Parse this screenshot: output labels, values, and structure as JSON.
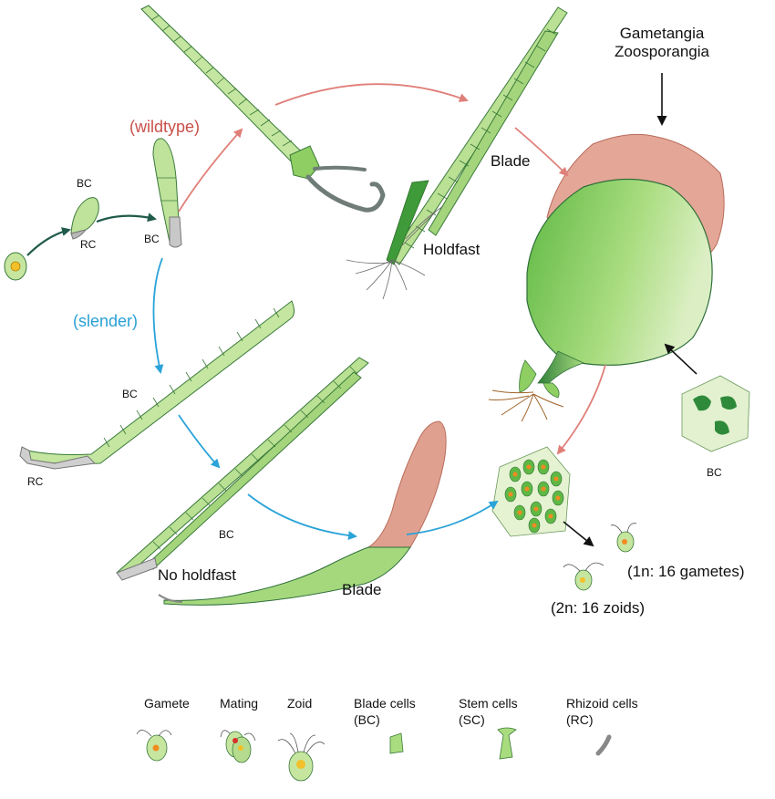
{
  "labels": {
    "gametangia": "Gametangia",
    "zoosporangia": "Zoosporangia",
    "wildtype": "(wildtype)",
    "slender": "(slender)",
    "blade_top": "Blade",
    "holdfast": "Holdfast",
    "no_holdfast": "No holdfast",
    "blade_bottom": "Blade",
    "bc_1": "BC",
    "rc_1": "RC",
    "bc_2": "BC",
    "bc_3": "BC",
    "rc_2": "RC",
    "bc_4": "BC",
    "bc_right": "BC",
    "gametes": "(1n: 16 gametes)",
    "zoids": "(2n: 16 zoids)"
  },
  "legend": [
    {
      "line1": "Gamete",
      "line2": ""
    },
    {
      "line1": "Mating",
      "line2": ""
    },
    {
      "line1": "Zoid",
      "line2": ""
    },
    {
      "line1": "Blade cells",
      "line2": "(BC)"
    },
    {
      "line1": "Stem cells",
      "line2": "(SC)"
    },
    {
      "line1": "Rhizoid cells",
      "line2": "(RC)"
    }
  ],
  "colors": {
    "green_light": "#c9e8a6",
    "green_mid": "#8fce62",
    "green_dark": "#3f9a3a",
    "pink": "#e0a090",
    "red_arrow": "#e07f79",
    "blue_arrow": "#2aa3d8",
    "dark_arrow": "#1f5a4a",
    "grey": "#9a9a9a"
  }
}
